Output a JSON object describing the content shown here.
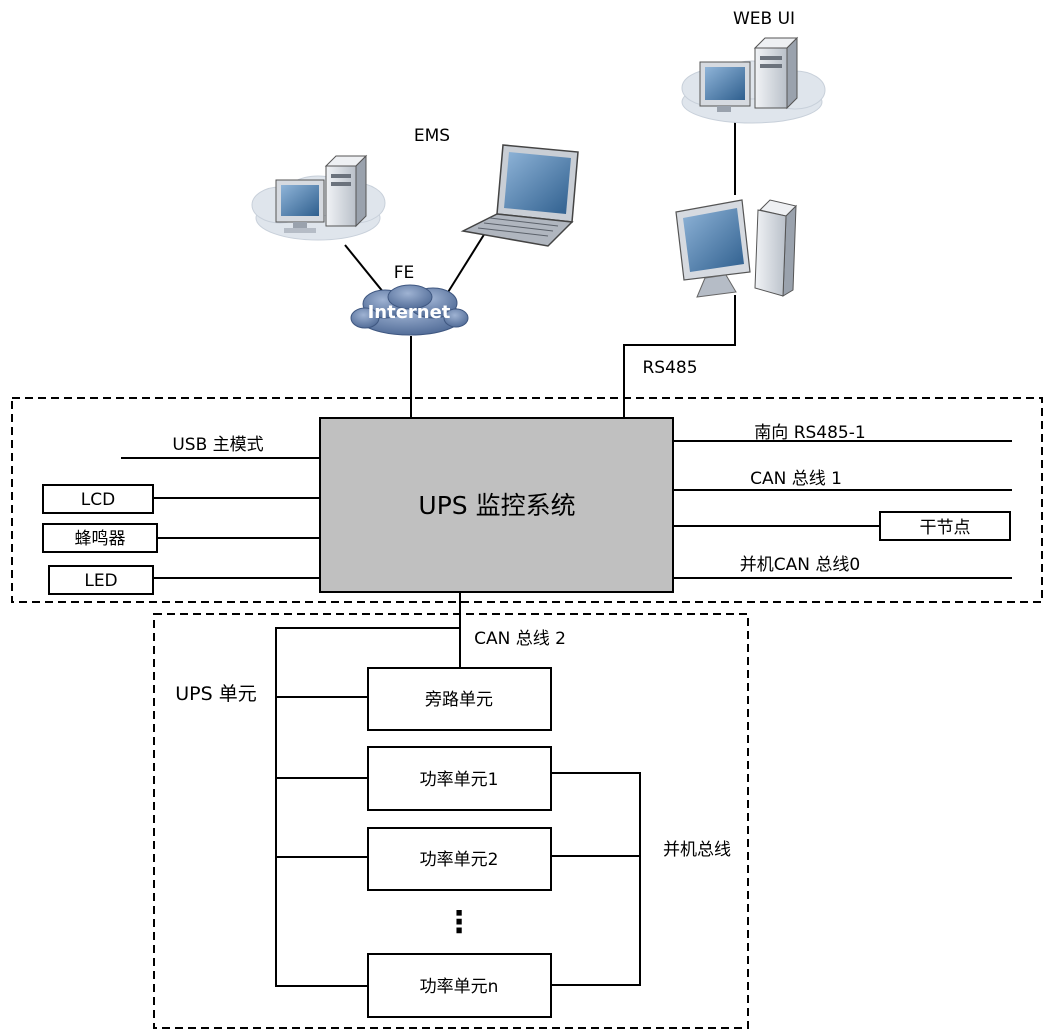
{
  "top": {
    "web_ui": "WEB UI",
    "ems": "EMS",
    "fe": "FE",
    "internet": "Internet",
    "rs485": "RS485"
  },
  "monitor": {
    "center": "UPS 监控系统",
    "left": {
      "usb": "USB 主模式",
      "lcd": "LCD",
      "buzzer": "蜂鸣器",
      "led": "LED"
    },
    "right": {
      "south_rs485": "南向 RS485-1",
      "can1": "CAN 总线 1",
      "dry_contact": "干节点",
      "parallel_can0": "并机CAN 总线0"
    }
  },
  "unit": {
    "can2": "CAN 总线 2",
    "title": "UPS 单元",
    "bypass": "旁路单元",
    "power1": "功率单元1",
    "power2": "功率单元2",
    "ellipsis": "⋮",
    "powern": "功率单元n",
    "parallel_bus": "并机总线"
  },
  "colors": {
    "core_fill": "#c0c0c0",
    "cloud": "#dfe5ec",
    "internet_cloud": "#6f87ad",
    "internet_text": "#ffffff",
    "computer_body": "#d8dce2",
    "computer_screen": "#3f6f9e",
    "line": "#000000"
  },
  "icons": [
    "ems-cloud-computer-icon",
    "laptop-icon",
    "internet-cloud-icon",
    "web-ui-cloud-computer-icon",
    "desktop-computer-icon"
  ]
}
